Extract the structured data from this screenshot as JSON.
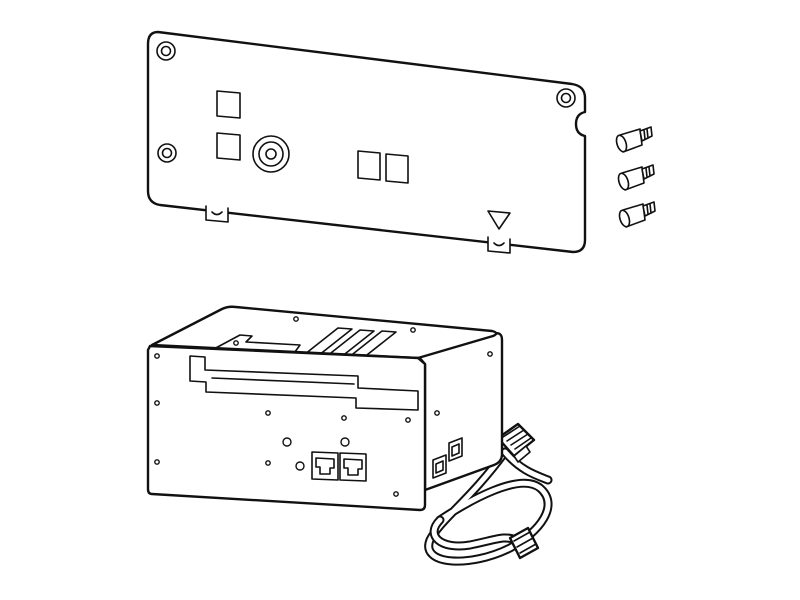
{
  "illustration": {
    "background": "#ffffff",
    "line_color": "#111111",
    "parts": [
      "rear-cover-plate",
      "mounting-screws",
      "interface-module-box",
      "modular-cable"
    ],
    "screw_count": 3
  }
}
